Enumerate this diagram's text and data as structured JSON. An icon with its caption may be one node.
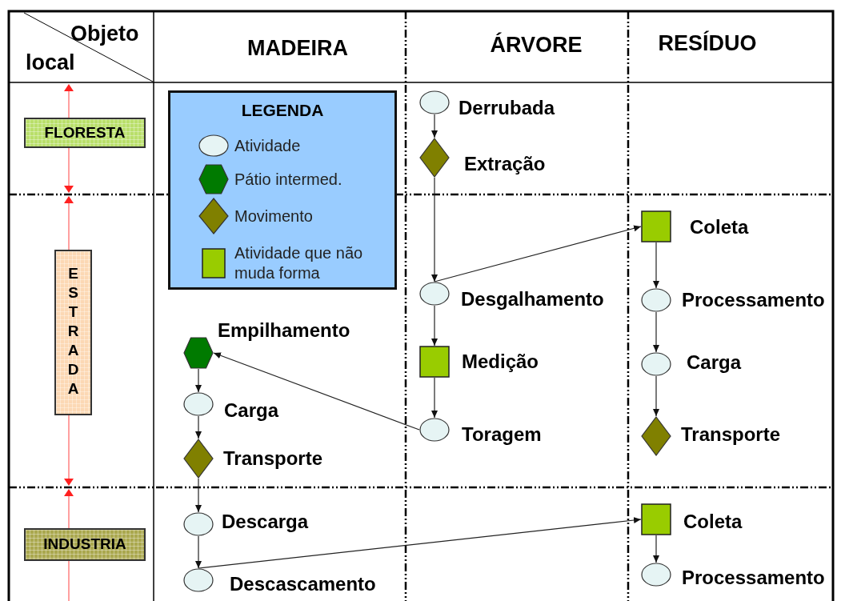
{
  "diagram": {
    "nodes": [
      {
        "text": [
          "FLORESTA"
        ]
      },
      {
        "text": [
          "ESTRADA"
        ]
      },
      {
        "text": [
          "INDUSTRIA"
        ]
      },
      {
        "text": [],
        "shape": "ellipse",
        "beside": [
          "Derrubada"
        ]
      },
      {
        "text": [],
        "shape": "diamond",
        "beside": [
          "Extração"
        ]
      },
      {
        "text": [],
        "shape": "ellipse",
        "beside": [
          "Desgalhamento"
        ]
      },
      {
        "text": [],
        "shape": "box",
        "beside": [
          "Medição"
        ]
      },
      {
        "text": [],
        "shape": "ellipse",
        "beside": [
          "Toragem"
        ]
      },
      {
        "text": [],
        "shape": "box",
        "beside": [
          "Coleta"
        ]
      },
      {
        "text": [],
        "shape": "ellipse",
        "beside": [
          "Processamento"
        ]
      },
      {
        "text": [],
        "shape": "ellipse",
        "beside": [
          "Carga"
        ]
      },
      {
        "text": [],
        "shape": "diamond",
        "beside": [
          "Transporte"
        ]
      },
      {
        "text": [],
        "shape": "hexagon",
        "beside": [
          "Empilhamento"
        ]
      },
      {
        "text": [],
        "shape": "ellipse",
        "beside": [
          "Carga"
        ]
      },
      {
        "text": [],
        "shape": "diamond",
        "beside": [
          "Transporte"
        ]
      },
      {
        "text": [],
        "shape": "ellipse",
        "beside": [
          "Descarga"
        ]
      },
      {
        "text": [],
        "shape": "ellipse",
        "beside": [
          "Descascamento"
        ]
      },
      {
        "text": [],
        "shape": "box",
        "beside": [
          "Coleta"
        ]
      },
      {
        "text": [],
        "shape": "ellipse",
        "beside": [
          "Processamento"
        ]
      }
    ],
    "edges": [
      {
        "from": 3,
        "to": 4,
        "arrow": "to"
      },
      {
        "from": 4,
        "to": 5,
        "arrow": "to"
      },
      {
        "from": 5,
        "to": 8,
        "arrow": "to"
      },
      {
        "from": 5,
        "to": 6,
        "arrow": "to"
      },
      {
        "from": 6,
        "to": 7,
        "arrow": "to"
      },
      {
        "from": 7,
        "to": 12,
        "arrow": "to"
      },
      {
        "from": 8,
        "to": 9,
        "arrow": "to"
      },
      {
        "from": 9,
        "to": 10,
        "arrow": "to"
      },
      {
        "from": 10,
        "to": 11,
        "arrow": "to"
      },
      {
        "from": 12,
        "to": 13,
        "arrow": "to"
      },
      {
        "from": 13,
        "to": 14,
        "arrow": "to"
      },
      {
        "from": 14,
        "to": 15,
        "arrow": "to"
      },
      {
        "from": 15,
        "to": 16,
        "arrow": "to"
      },
      {
        "from": 16,
        "to": 17,
        "arrow": "to"
      },
      {
        "from": 17,
        "to": 18,
        "arrow": "to"
      }
    ],
    "labels": [
      "Objeto",
      "local",
      "MADEIRA",
      "ÁRVORE",
      "RESÍDUO",
      "LEGENDA"
    ],
    "legend": [
      {
        "text": "Atividade"
      },
      {
        "text": "Pátio intermed."
      },
      {
        "text": "Movimento"
      },
      {
        "text": "Atividade que não muda forma"
      }
    ]
  }
}
